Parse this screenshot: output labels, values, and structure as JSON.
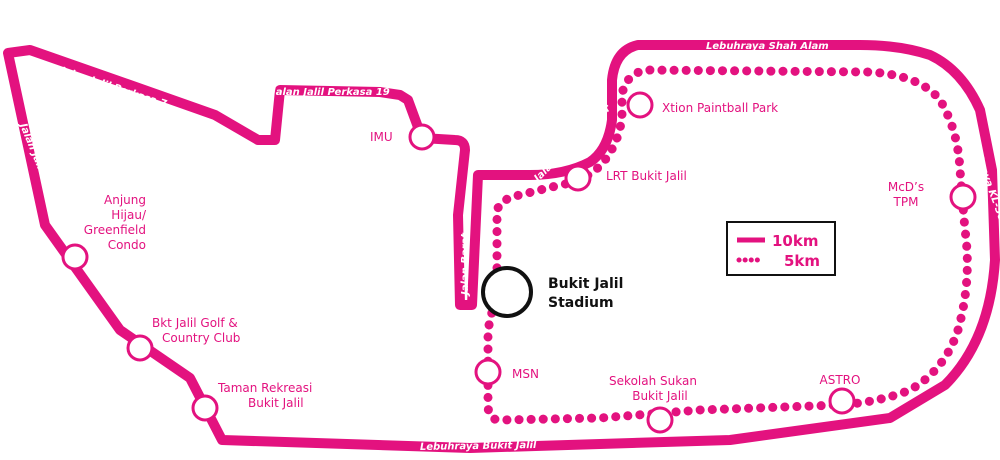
{
  "colors": {
    "route": "#e3127f",
    "stadium_ring": "#111111",
    "background": "#ffffff"
  },
  "roads": {
    "jalil_perkasa_7": "Jalan Jalil Perkasa 7",
    "jalil_perkasa_1": "Jalan Jalil Perkasa 1",
    "jalil_perkasa_19": "Jalan Jalil Perkasa 19",
    "jalan_barat": "Jalan Barat",
    "merah_cagar": "Jalan Merah Cagar",
    "shah_alam": "Lebuhraya Shah Alam",
    "kl_seremban": "Lebuhraya KL-Seremban",
    "bukit_jalil": "Lebuhraya Bukit Jalil"
  },
  "landmarks": {
    "imu": "IMU",
    "anjung_1": "Anjung",
    "anjung_2": "Hijau/",
    "anjung_3": "Greenfield",
    "anjung_4": "Condo",
    "golf_1": "Bkt Jalil Golf &",
    "golf_2": "Country Club",
    "taman_1": "Taman Rekreasi",
    "taman_2": "Bukit Jalil",
    "xtion": "Xtion Paintball Park",
    "lrt": "LRT Bukit Jalil",
    "mcd_1": "McD’s",
    "mcd_2": "TPM",
    "msn": "MSN",
    "sekolah_1": "Sekolah Sukan",
    "sekolah_2": "Bukit Jalil",
    "astro": "ASTRO"
  },
  "stadium": {
    "line1": "Bukit Jalil",
    "line2": "Stadium"
  },
  "legend": {
    "ten_km": "10km",
    "five_km": "5km"
  }
}
